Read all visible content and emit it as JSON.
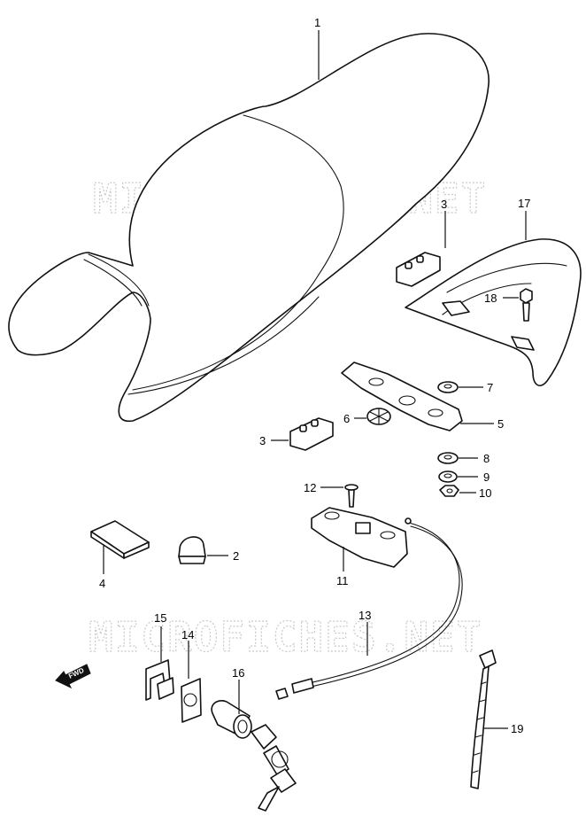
{
  "watermark": "MICROFICHES.NET",
  "fwd_label": "FWD",
  "callouts": [
    "1",
    "2",
    "3",
    "3",
    "4",
    "5",
    "6",
    "7",
    "8",
    "9",
    "10",
    "11",
    "12",
    "13",
    "14",
    "15",
    "16",
    "17",
    "18",
    "19"
  ]
}
